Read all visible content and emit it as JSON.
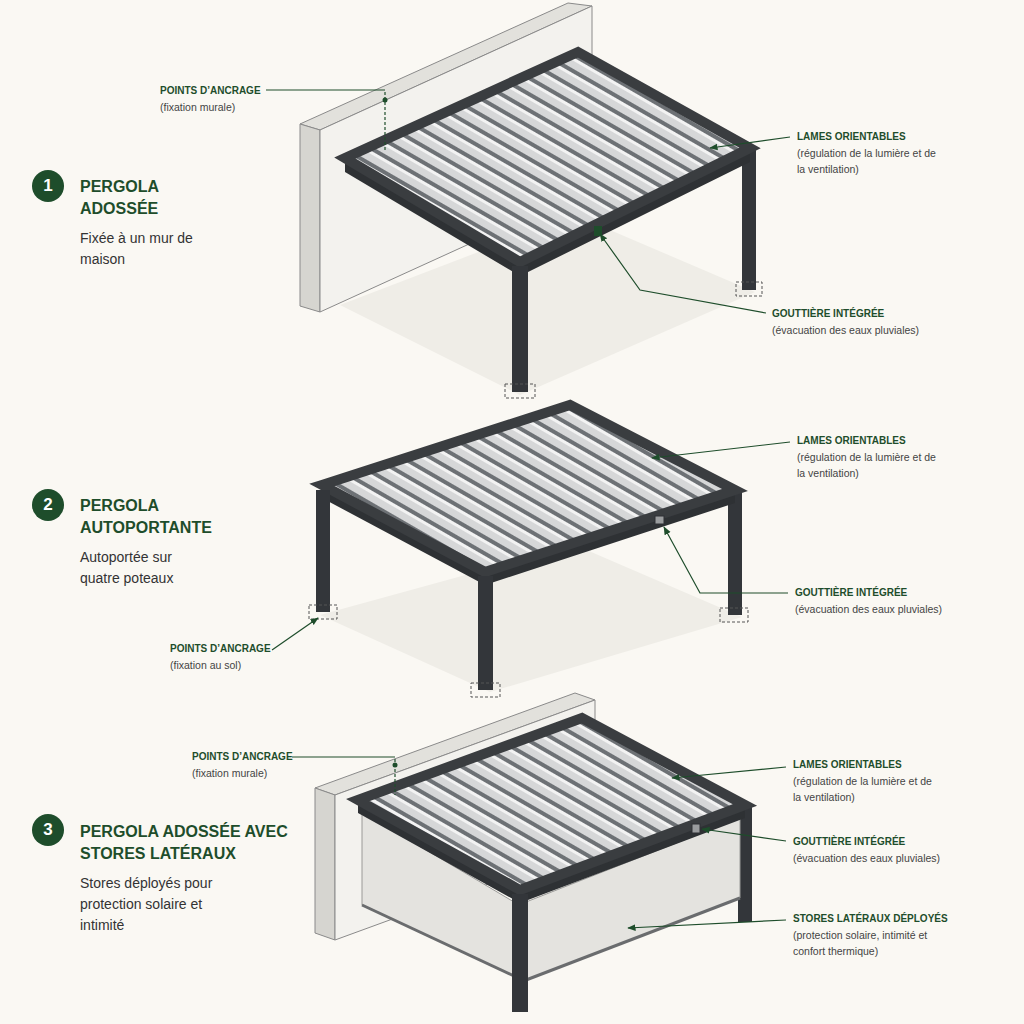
{
  "diagram": {
    "nodes": [
      {
        "text": [
          "1"
        ]
      },
      {
        "text": [
          "2"
        ]
      },
      {
        "text": [
          "3"
        ]
      }
    ],
    "labels": [
      "PERGOLA ADOSSÉE",
      "Fixée à un mur de maison",
      "POINTS D’ANCRAGE",
      "(fixation murale)",
      "LAMES ORIENTABLES",
      "(régulation de la lumière et de la ventilation)",
      "GOUTTIÈRE INTÉGRÉE",
      "(évacuation des eaux pluviales)",
      "PERGOLA AUTOPORTANTE",
      "Autoportée sur quatre poteaux",
      "LAMES ORIENTABLES",
      "(régulation de la lumière et de la ventilation)",
      "GOUTTIÈRE INTÉGRÉE",
      "(évacuation des eaux pluviales)",
      "POINTS D’ANCRAGE",
      "(fixation au sol)",
      "PERGOLA ADOSSÉE AVEC STORES LATÉRAUX",
      "Stores déployés pour protection solaire et intimité",
      "POINTS D’ANCRAGE",
      "(fixation murale)",
      "LAMES ORIENTABLES",
      "(régulation de la lumière et de la ventilation)",
      "GOUTTIÈRE INTÉGRÉE",
      "(évacuation des eaux pluviales)",
      "STORES LATÉRAUX DÉPLOYÉS",
      "(protection solaire, intimité et confort thermique)"
    ]
  }
}
